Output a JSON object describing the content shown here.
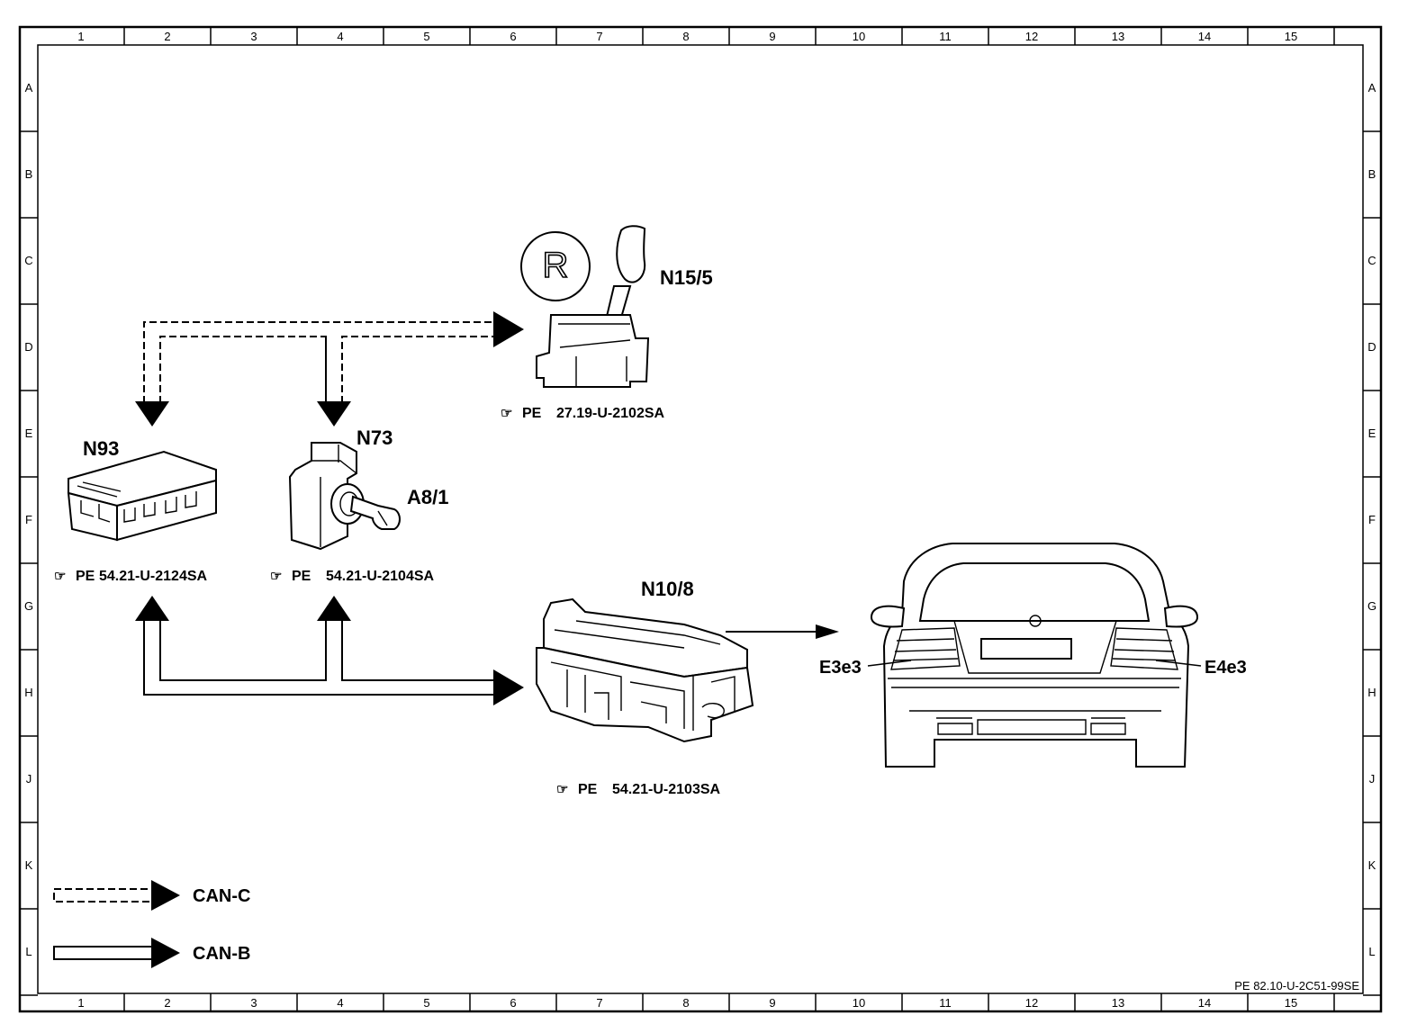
{
  "frame": {
    "columns": [
      "1",
      "2",
      "3",
      "4",
      "5",
      "6",
      "7",
      "8",
      "9",
      "10",
      "11",
      "12",
      "13",
      "14",
      "15"
    ],
    "rows": [
      "A",
      "B",
      "C",
      "D",
      "E",
      "F",
      "G",
      "H",
      "J",
      "K",
      "L"
    ]
  },
  "components": {
    "n15_5": {
      "label": "N15/5",
      "ref_prefix": "PE",
      "ref": "27.19-U-2102SA",
      "badge": "R"
    },
    "n93": {
      "label": "N93",
      "ref_prefix": "PE",
      "ref": "54.21-U-2124SA"
    },
    "n73": {
      "label": "N73",
      "ref_prefix": "PE",
      "ref": "54.21-U-2104SA"
    },
    "a8_1": {
      "label": "A8/1"
    },
    "n10_8": {
      "label": "N10/8",
      "ref_prefix": "PE",
      "ref": "54.21-U-2103SA"
    },
    "e3e3": {
      "label": "E3e3"
    },
    "e4e3": {
      "label": "E4e3"
    }
  },
  "legend": {
    "can_c": "CAN-C",
    "can_b": "CAN-B"
  },
  "doc_number": "PE 82.10-U-2C51-99SE",
  "colors": {
    "ink": "#000000",
    "paper": "#ffffff"
  }
}
